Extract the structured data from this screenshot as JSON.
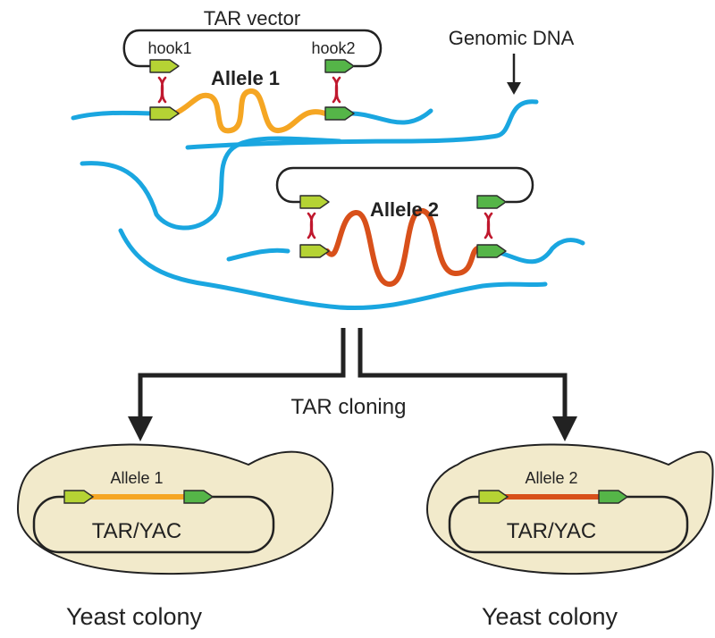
{
  "labels": {
    "tar_vector": "TAR vector",
    "hook1": "hook1",
    "hook2": "hook2",
    "genomic_dna": "Genomic DNA",
    "allele1_bold": "Allele 1",
    "allele2_bold": "Allele 2",
    "tar_cloning": "TAR cloning",
    "left_colony": {
      "insert": "Allele 1",
      "plasmid": "TAR/YAC",
      "caption": "Yeast colony"
    },
    "right_colony": {
      "insert": "Allele 2",
      "plasmid": "TAR/YAC",
      "caption": "Yeast colony"
    }
  },
  "colors": {
    "genomic_dna": "#1aa6e0",
    "allele1": "#f5a623",
    "allele2": "#d8501a",
    "hook1": "#b5d334",
    "hook2": "#55b548",
    "crossover": "#c0182e",
    "yeast_cell": "#f2eacb",
    "vector_line": "#222222"
  }
}
